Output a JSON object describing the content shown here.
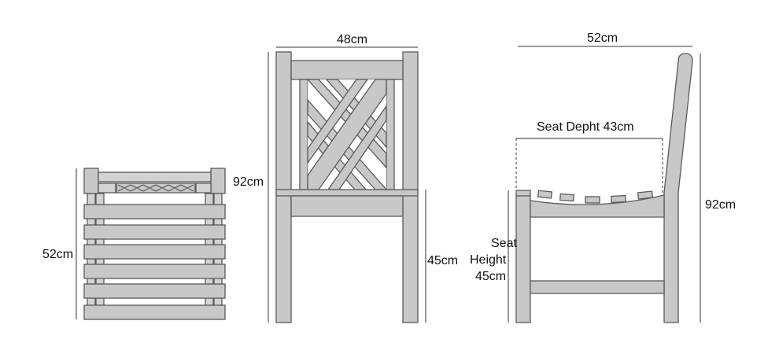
{
  "figure": {
    "plan_view": {
      "depth_label": "52cm"
    },
    "front_view": {
      "width_label": "48cm",
      "height_label": "92cm",
      "seat_height_label": "45cm"
    },
    "side_view": {
      "depth_label": "52cm",
      "seat_depth_label": "Seat Depht 43cm",
      "seat_height_lines": [
        "Seat",
        "Height",
        "45cm"
      ],
      "height_label": "92cm"
    }
  },
  "colors": {
    "timber_fill": "#c8c8c8",
    "timber_outline": "#5a5a5a",
    "dimension_line": "#333333",
    "text": "#111111"
  }
}
